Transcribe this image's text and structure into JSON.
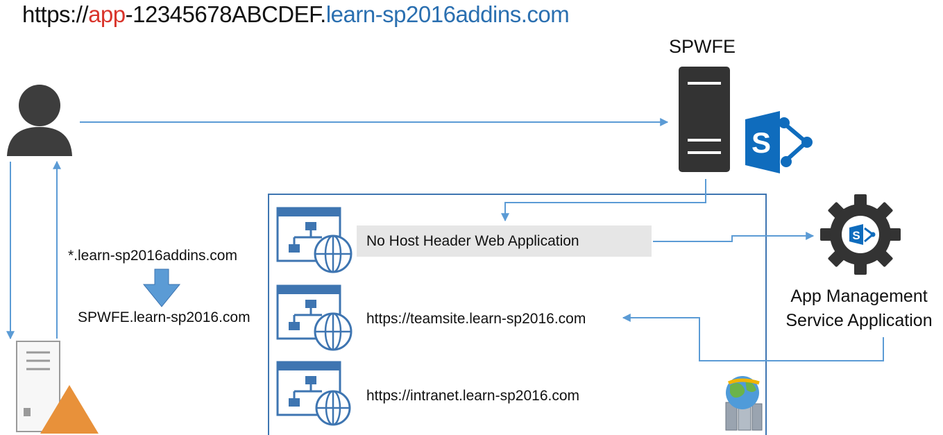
{
  "url": {
    "prefix": "https://",
    "app": "app",
    "id": "-12345678ABCDEF.",
    "domain": "learn-sp2016addins.com"
  },
  "server": {
    "label": "SPWFE"
  },
  "dns": {
    "wildcard": "*.learn-sp2016addins.com",
    "resolved": "SPWFE.learn-sp2016.com"
  },
  "webapps": [
    {
      "label": "No Host Header Web Application"
    },
    {
      "label": "https://teamsite.learn-sp2016.com"
    },
    {
      "label": "https://intranet.learn-sp2016.com"
    }
  ],
  "service": {
    "line1": "App Management",
    "line2": "Service Application"
  },
  "icons": {
    "user": "user-icon",
    "server": "server-icon",
    "sharepoint": "sharepoint-logo-icon",
    "gear": "gear-sharepoint-icon",
    "dns_server": "dns-server-icon",
    "warning": "warning-triangle-icon",
    "webapp": "web-application-icon",
    "globe": "globe-icon",
    "iis": "iis-server-icon"
  },
  "colors": {
    "arrow": "#5b9bd5",
    "frame": "#3e75b1",
    "server_dark": "#333333",
    "sharepoint_blue": "#0f6cbd",
    "highlight": "#e6e6e6",
    "warning": "#e8913a",
    "url_red": "#d9342b",
    "url_blue": "#2a6fb0"
  }
}
